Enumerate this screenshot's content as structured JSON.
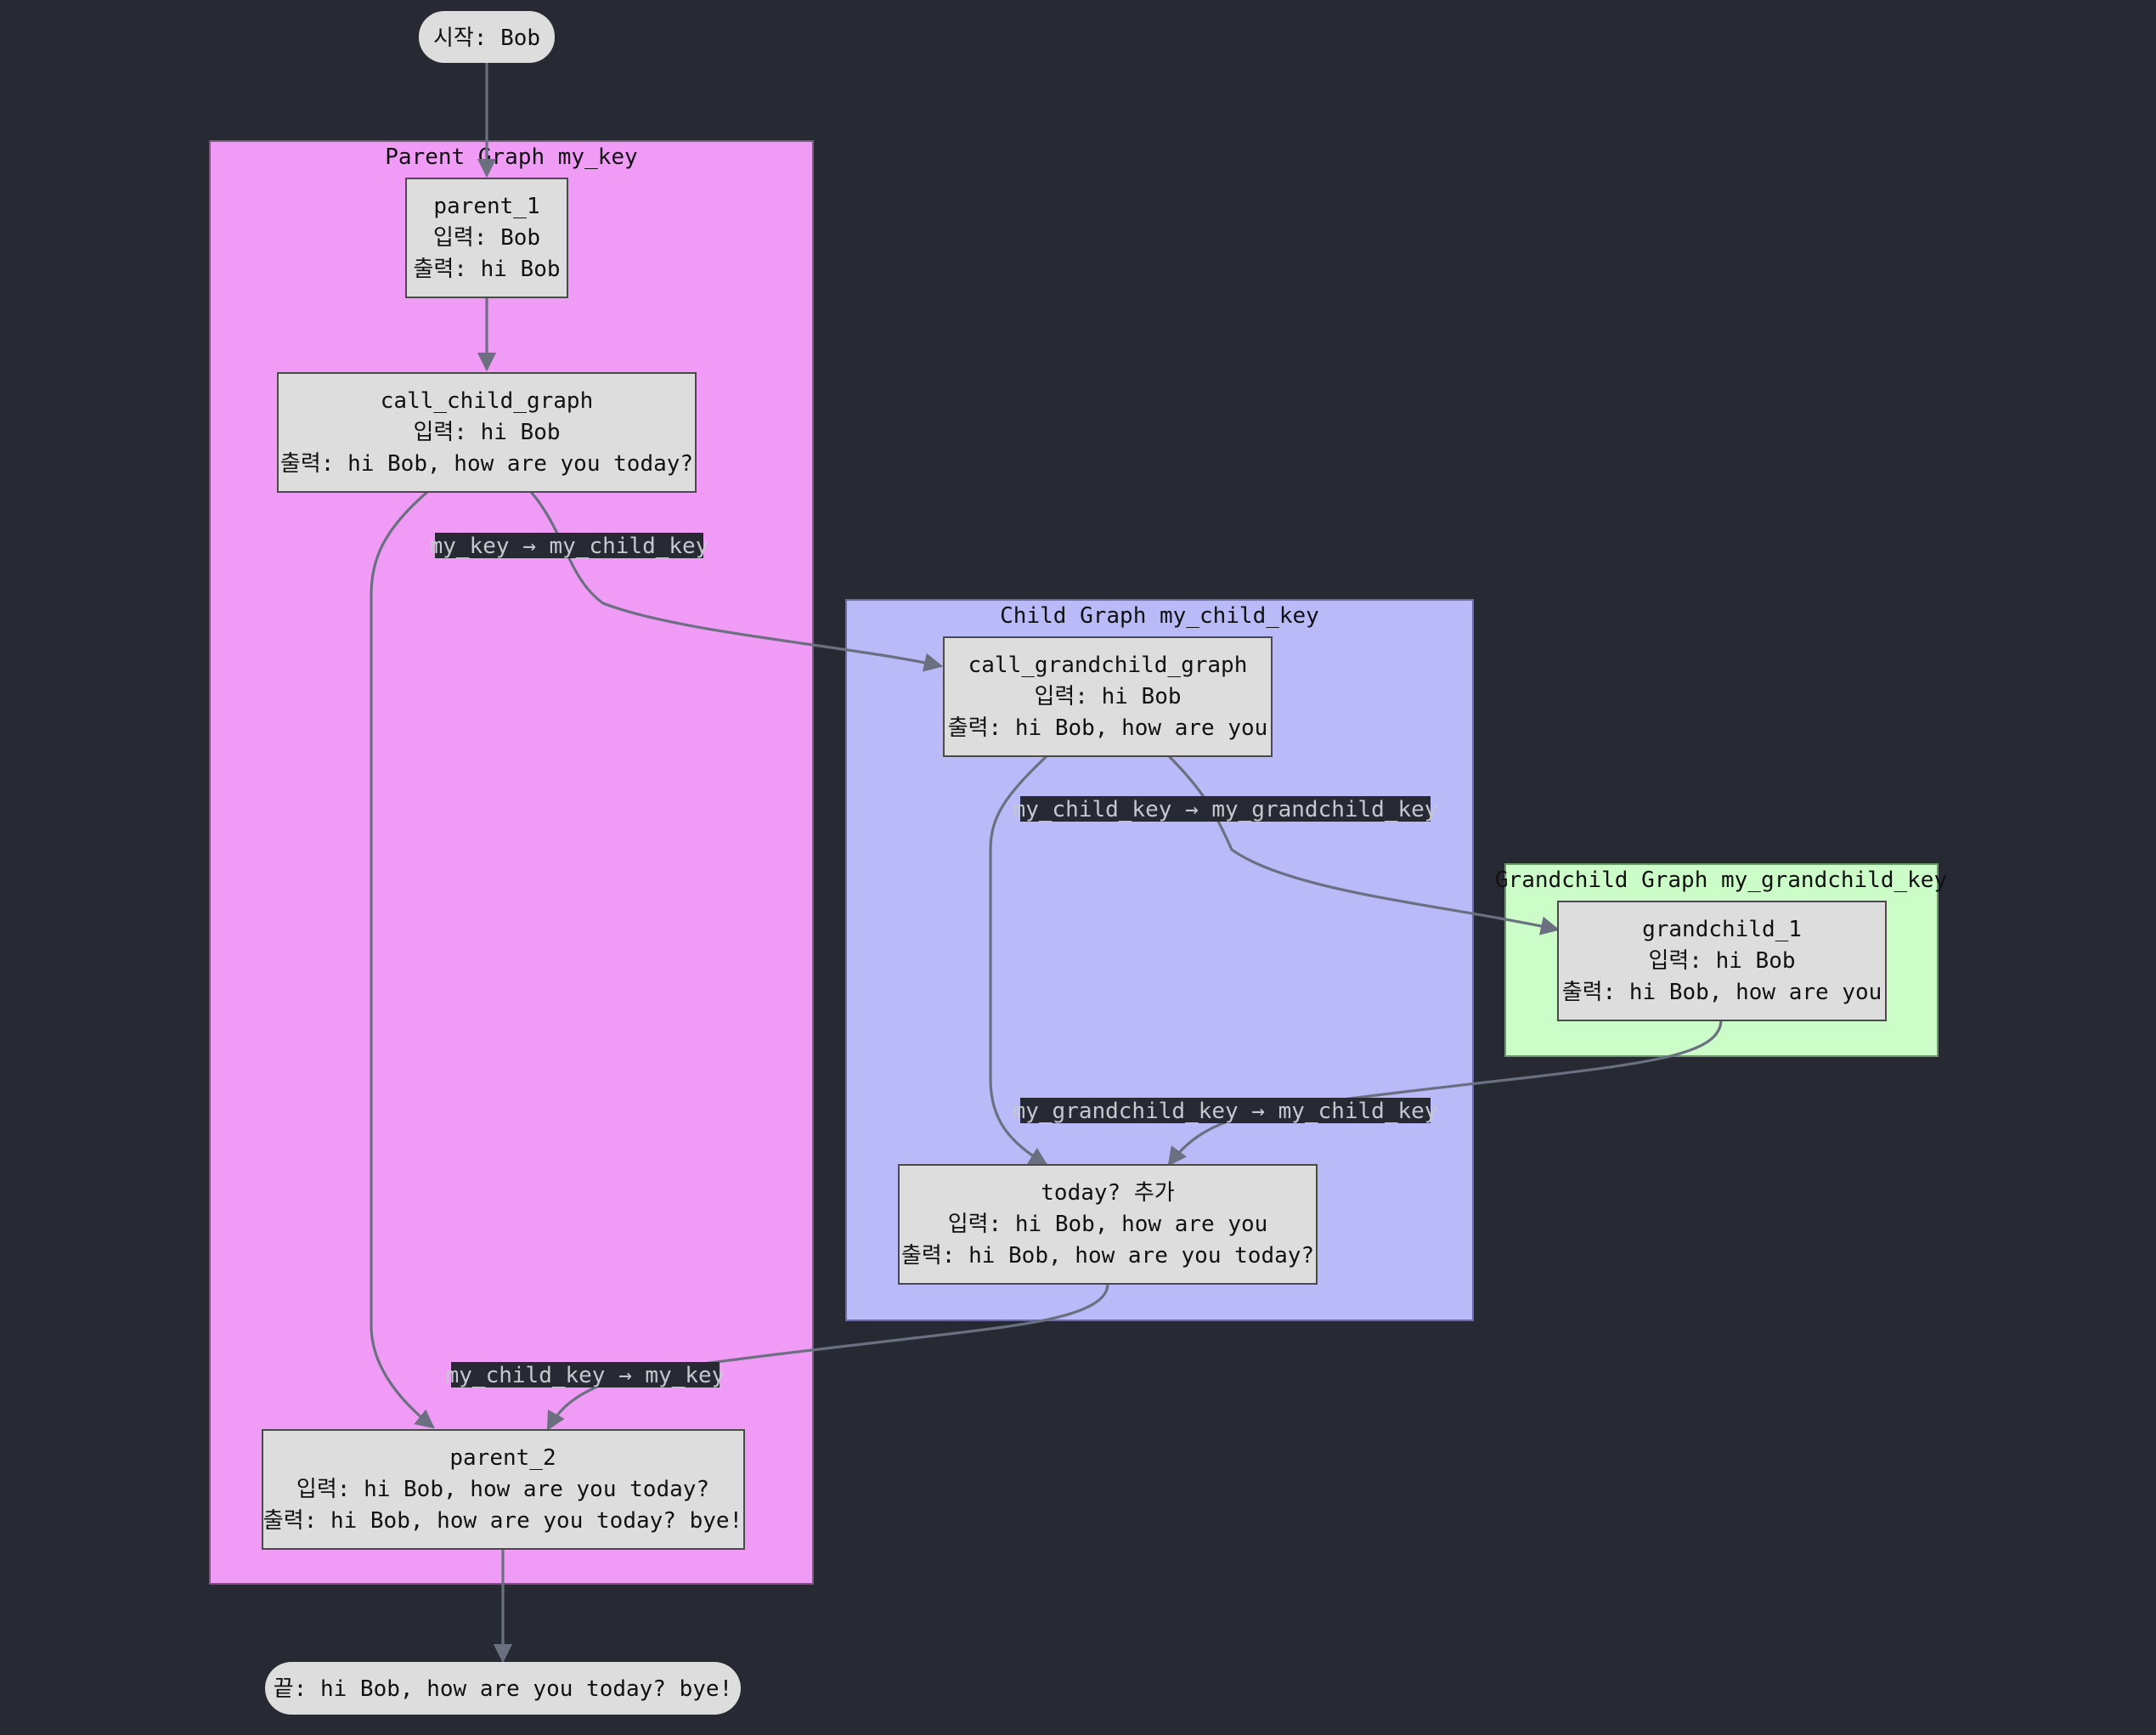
{
  "colors": {
    "background": "#282a33",
    "parent_cluster": "#f09cf7",
    "child_cluster": "#babaf9",
    "grandchild_cluster": "#ccfcc7",
    "node_fill": "#dddddd",
    "edge": "#6b7080",
    "edge_label_bg": "#282a33",
    "edge_label_text": "#c6c8d0"
  },
  "clusters": {
    "parent": {
      "title": "Parent Graph my_key"
    },
    "child": {
      "title": "Child Graph my_child_key"
    },
    "grandchild": {
      "title": "Grandchild Graph my_grandchild_key"
    }
  },
  "nodes": {
    "start": {
      "text": "시작: Bob"
    },
    "parent_1": {
      "name": "parent_1",
      "input": "입력: Bob",
      "output": "출력: hi Bob"
    },
    "call_child_graph": {
      "name": "call_child_graph",
      "input": "입력: hi Bob",
      "output": "출력: hi Bob, how are you today?"
    },
    "call_grandchild_graph": {
      "name": "call_grandchild_graph",
      "input": "입력: hi Bob",
      "output": "출력: hi Bob, how are you"
    },
    "grandchild_1": {
      "name": "grandchild_1",
      "input": "입력: hi Bob",
      "output": "출력: hi Bob, how are you"
    },
    "today_add": {
      "name": "today? 추가",
      "input": "입력: hi Bob, how are you",
      "output": "출력: hi Bob, how are you today?"
    },
    "parent_2": {
      "name": "parent_2",
      "input": "입력: hi Bob, how are you today?",
      "output": "출력: hi Bob, how are you today? bye!"
    },
    "end": {
      "text": "끝: hi Bob, how are you today? bye!"
    }
  },
  "edge_labels": {
    "to_child": "my_key → my_child_key",
    "to_grandchild": "my_child_key → my_grandchild_key",
    "from_grandchild": "my_grandchild_key → my_child_key",
    "from_child": "my_child_key → my_key"
  }
}
